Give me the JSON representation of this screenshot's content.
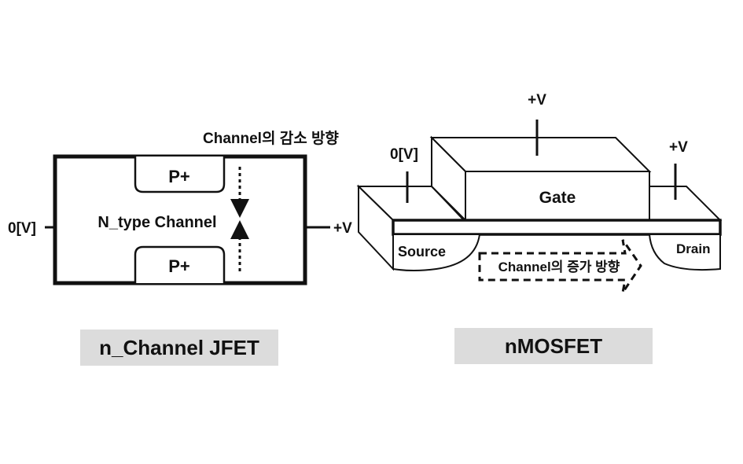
{
  "jfet": {
    "direction_label": "Channel의 감소 방향",
    "p_top": "P+",
    "p_bottom": "P+",
    "channel_label": "N_type Channel",
    "left_terminal": "0[V]",
    "right_terminal": "+V",
    "caption": "n_Channel JFET"
  },
  "mosfet": {
    "gate_voltage": "+V",
    "source_voltage": "0[V]",
    "drain_voltage": "+V",
    "gate_label": "Gate",
    "source_label": "Source",
    "drain_label": "Drain",
    "direction_label": "Channel의 증가 방향",
    "caption": "nMOSFET"
  }
}
